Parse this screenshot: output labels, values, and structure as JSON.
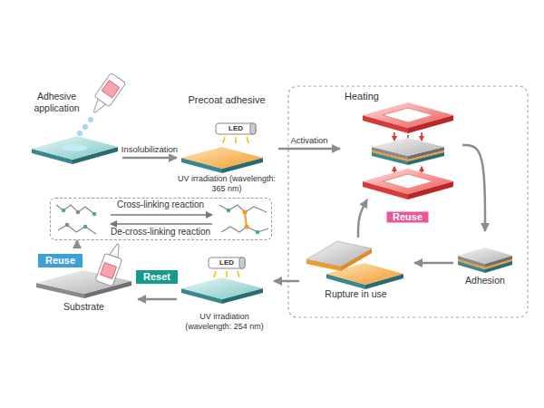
{
  "diagram": {
    "nodes": [
      {
        "text": [
          "Adhesive application"
        ]
      },
      {
        "text": [
          "Precoat adhesive",
          "LED",
          "UV irradiation (wavelength: 365 nm)"
        ]
      },
      {
        "text": [
          "Heating"
        ]
      },
      {
        "text": [
          "Reuse"
        ]
      },
      {
        "text": [
          "Adhesion"
        ]
      },
      {
        "text": [
          "Rupture in use"
        ]
      },
      {
        "text": [
          "LED",
          "UV irradiation (wavelength: 254 nm)"
        ]
      },
      {
        "text": [
          "Reset"
        ]
      },
      {
        "text": [
          "Substrate"
        ]
      },
      {
        "text": [
          "Reuse"
        ]
      },
      {
        "text": [
          "Cross-linking reaction",
          "De-cross-linking reaction"
        ]
      }
    ],
    "edges": [
      {
        "from": 0,
        "to": 1,
        "label": "Insolubilization",
        "arrow": "to"
      },
      {
        "from": 1,
        "to": 2,
        "label": "Activation",
        "arrow": "to"
      },
      {
        "from": 2,
        "to": 4,
        "arrow": "to"
      },
      {
        "from": 4,
        "to": 5,
        "arrow": "to"
      },
      {
        "from": 5,
        "to": 2,
        "arrow": "to"
      },
      {
        "from": 5,
        "to": 6,
        "arrow": "to"
      },
      {
        "from": 6,
        "to": 8,
        "arrow": "to"
      },
      {
        "from": 8,
        "to": 10,
        "arrow": "to"
      }
    ]
  }
}
